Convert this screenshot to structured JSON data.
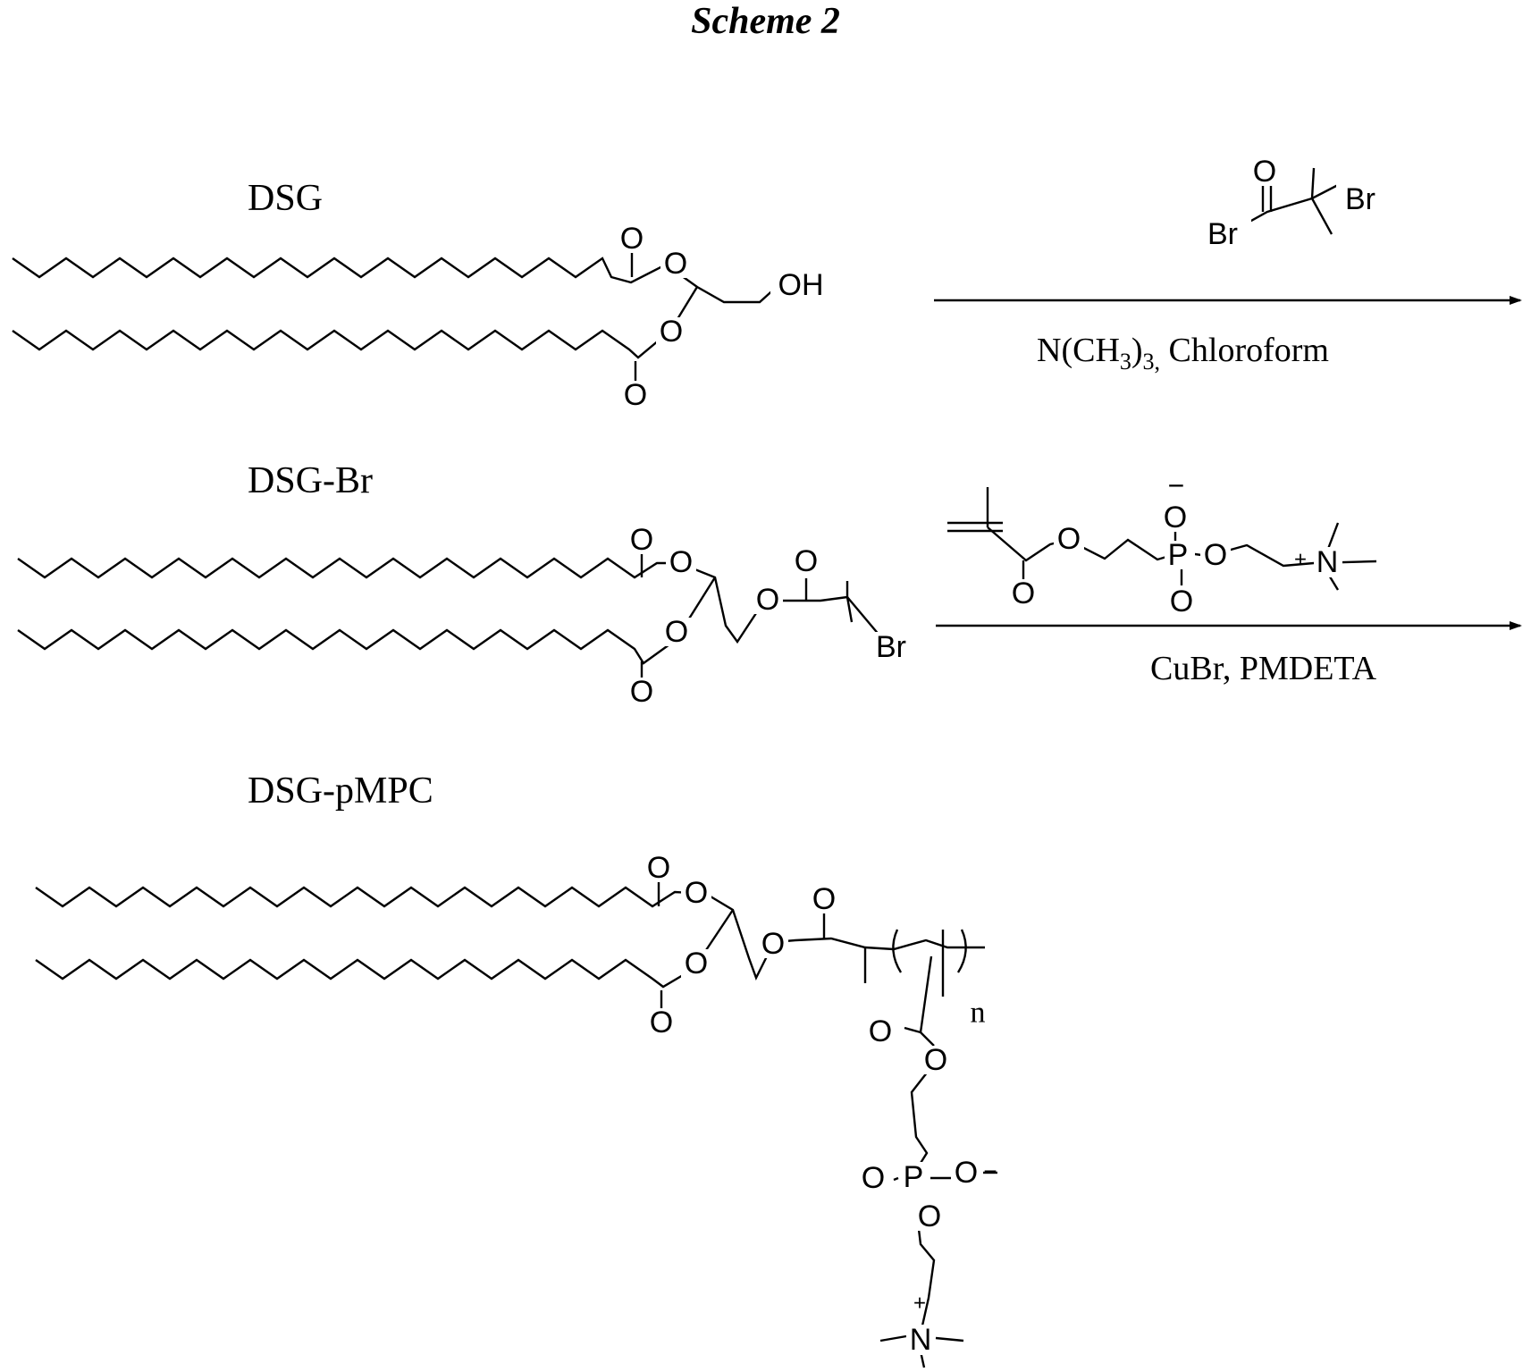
{
  "scheme": {
    "title": "Scheme 2"
  },
  "compounds": {
    "dsg": {
      "name": "DSG"
    },
    "dsg_br": {
      "name": "DSG-Br"
    },
    "dsg_pmpc": {
      "name": "DSG-pMPC"
    }
  },
  "reactions": {
    "step1": {
      "conditions_main": "N(CH",
      "conditions_sub1": "3",
      "conditions_mid": ")",
      "conditions_sub2": "3,",
      "conditions_tail": " Chloroform"
    },
    "step2": {
      "conditions": "CuBr, PMDETA"
    }
  },
  "atom_labels": {
    "oxygen": "O",
    "hydroxyl": "OH",
    "bromine": "Br",
    "phosphorus": "P",
    "nitrogen": "N",
    "plus": "+",
    "minus": "−",
    "repeat_n": "n"
  }
}
